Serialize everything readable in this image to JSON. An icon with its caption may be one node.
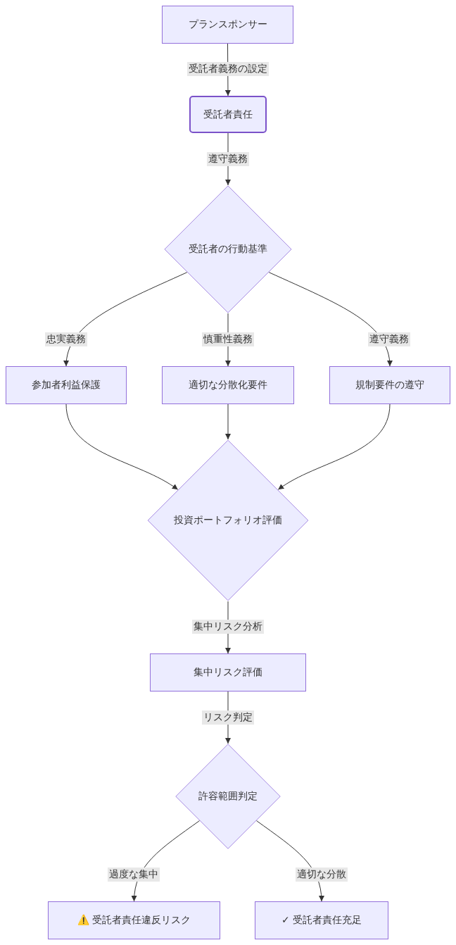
{
  "diagram": {
    "nodes": [
      {
        "text": [
          "プランスポンサー"
        ]
      },
      {
        "text": [
          "受託者責任"
        ]
      },
      {
        "text": [
          "受託者の行動基準"
        ]
      },
      {
        "text": [
          "参加者利益保護"
        ]
      },
      {
        "text": [
          "適切な分散化要件"
        ]
      },
      {
        "text": [
          "規制要件の遵守"
        ]
      },
      {
        "text": [
          "投資ポートフォリオ評価"
        ]
      },
      {
        "text": [
          "集中リスク評価"
        ]
      },
      {
        "text": [
          "許容範囲判定"
        ]
      },
      {
        "text": [
          "⚠️ 受託者責任違反リスク"
        ]
      },
      {
        "text": [
          "✓ 受託者責任充足"
        ]
      }
    ],
    "edges": [
      {
        "from": 0,
        "to": 1,
        "arrow": "to",
        "label": "受託者義務の設定"
      },
      {
        "from": 1,
        "to": 2,
        "arrow": "to",
        "label": "遵守義務"
      },
      {
        "from": 2,
        "to": 3,
        "arrow": "to",
        "label": "忠実義務"
      },
      {
        "from": 2,
        "to": 4,
        "arrow": "to",
        "label": "慎重性義務"
      },
      {
        "from": 2,
        "to": 5,
        "arrow": "to",
        "label": "遵守義務"
      },
      {
        "from": 3,
        "to": 6,
        "arrow": "to"
      },
      {
        "from": 4,
        "to": 6,
        "arrow": "to"
      },
      {
        "from": 5,
        "to": 6,
        "arrow": "to"
      },
      {
        "from": 6,
        "to": 7,
        "arrow": "to",
        "label": "集中リスク分析"
      },
      {
        "from": 7,
        "to": 8,
        "arrow": "to",
        "label": "リスク判定"
      },
      {
        "from": 8,
        "to": 9,
        "arrow": "to",
        "label": "過度な集中"
      },
      {
        "from": 8,
        "to": 10,
        "arrow": "to",
        "label": "適切な分散"
      }
    ]
  }
}
